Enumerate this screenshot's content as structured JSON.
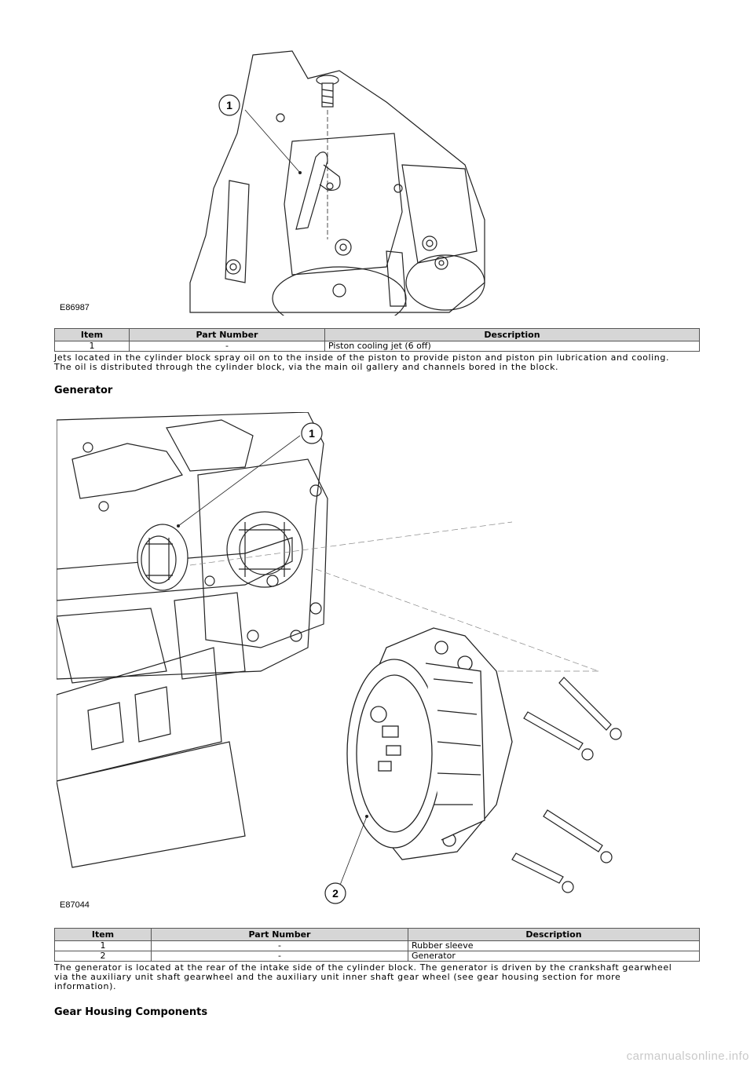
{
  "figure1": {
    "id_label": "E86987",
    "callouts": [
      "1"
    ]
  },
  "table1": {
    "headers": [
      "Item",
      "Part Number",
      "Description"
    ],
    "rows": [
      {
        "item": "1",
        "part": "-",
        "desc": "Piston cooling jet (6 off)"
      }
    ]
  },
  "para1": [
    "Jets located in the cylinder block spray oil on to the inside of the piston to provide piston and piston pin lubrication and cooling.",
    "The oil is distributed through the cylinder block, via the main oil gallery and channels bored in the block."
  ],
  "heading_generator": "Generator",
  "figure2": {
    "id_label": "E87044",
    "callouts": [
      "1",
      "2"
    ]
  },
  "table2": {
    "headers": [
      "Item",
      "Part Number",
      "Description"
    ],
    "rows": [
      {
        "item": "1",
        "part": "-",
        "desc": "Rubber sleeve"
      },
      {
        "item": "2",
        "part": "-",
        "desc": "Generator"
      }
    ]
  },
  "para2": [
    "The generator is located at the rear of the intake side of the cylinder block. The generator is driven by the crankshaft gearwheel",
    "via the auxiliary unit shaft gearwheel and the auxiliary unit inner shaft gear wheel (see gear housing section for more",
    "information)."
  ],
  "heading_gear": "Gear Housing Components",
  "watermark": "carmanualsonline.info"
}
